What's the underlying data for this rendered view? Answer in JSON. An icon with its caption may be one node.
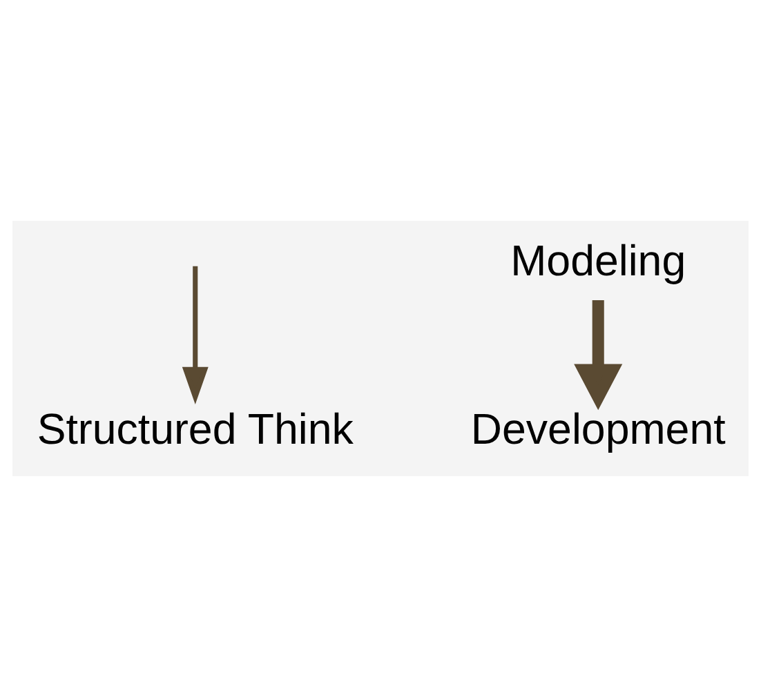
{
  "diagram": {
    "nodes": [
      {
        "text": [
          "Structured Think"
        ]
      },
      {
        "text": [
          "Modeling"
        ]
      },
      {
        "text": [
          "Development"
        ]
      }
    ],
    "edges": [
      {
        "from": null,
        "to": 0,
        "arrow": "to"
      },
      {
        "from": 1,
        "to": 2,
        "arrow": "to",
        "style": "thick"
      }
    ]
  }
}
